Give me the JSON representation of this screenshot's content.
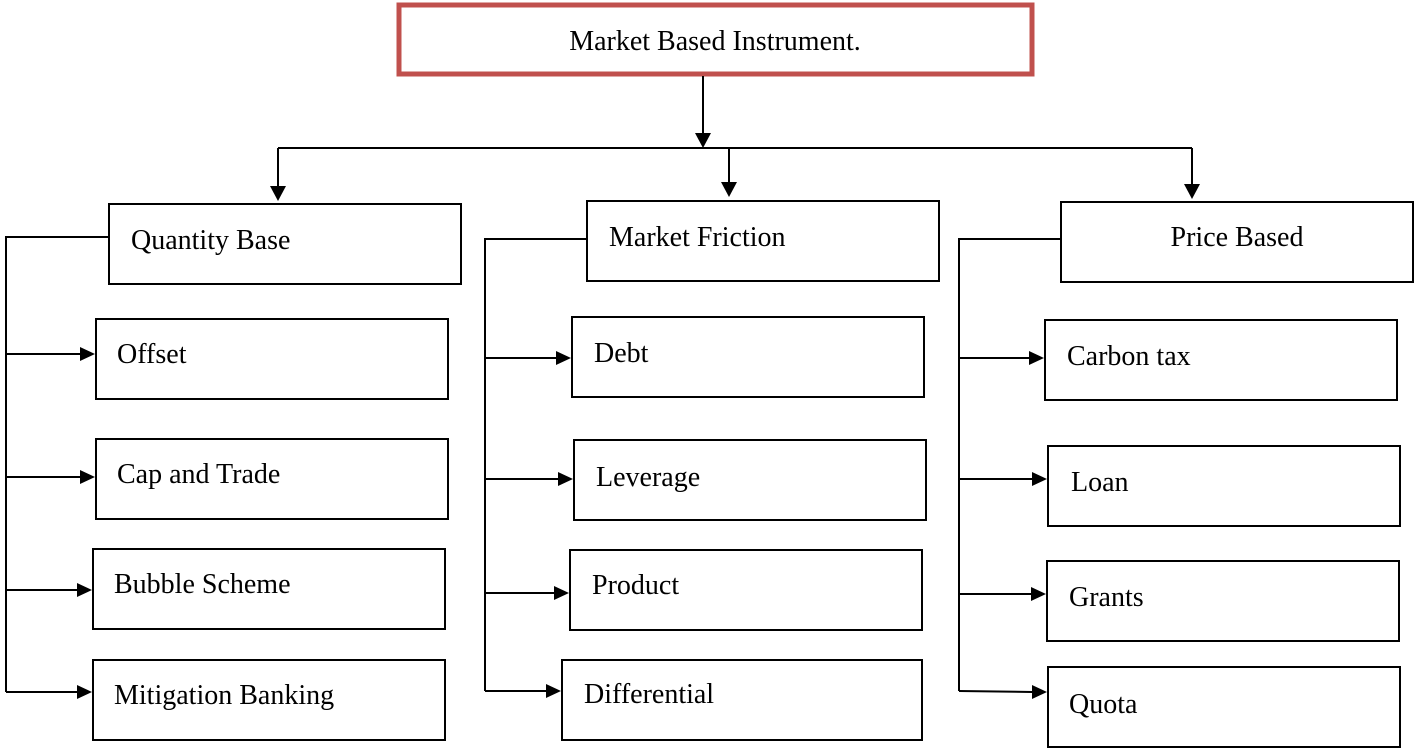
{
  "root": {
    "label": "Market Based Instrument."
  },
  "categories": [
    {
      "label": "Quantity Base",
      "items": [
        "Offset",
        "Cap and Trade",
        "Bubble Scheme",
        "Mitigation Banking"
      ]
    },
    {
      "label": "Market Friction",
      "items": [
        "Debt",
        "Leverage",
        "Product",
        "Differential"
      ]
    },
    {
      "label": "Price Based",
      "items": [
        "Carbon tax",
        "Loan",
        "Grants",
        "Quota"
      ]
    }
  ],
  "colors": {
    "root_border": "#c0504d",
    "lines": "#000000"
  }
}
